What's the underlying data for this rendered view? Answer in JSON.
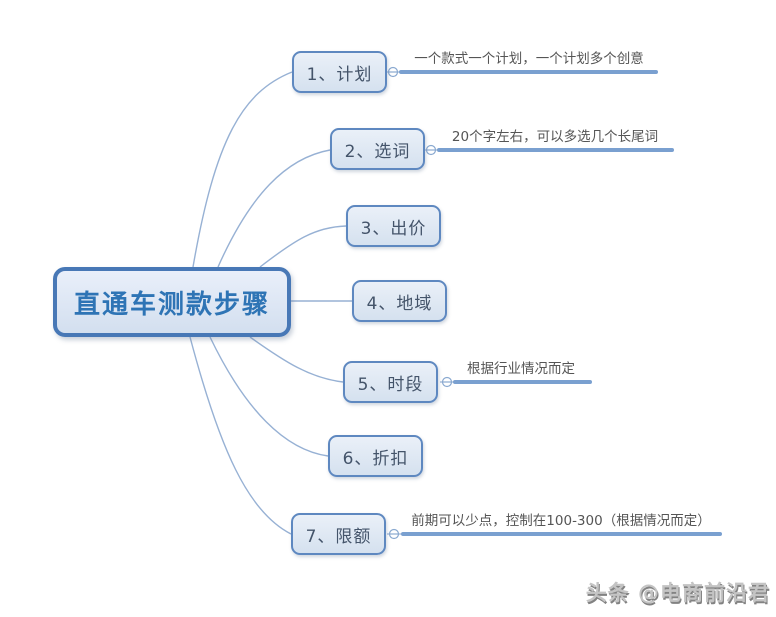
{
  "central": {
    "label": "直通车测款步骤"
  },
  "nodes": [
    {
      "label": "1、计划",
      "note": "一个款式一个计划，一个计划多个创意"
    },
    {
      "label": "2、选词",
      "note": "20个字左右，可以多选几个长尾词"
    },
    {
      "label": "3、出价",
      "note": ""
    },
    {
      "label": "4、地域",
      "note": ""
    },
    {
      "label": "5、时段",
      "note": "根据行业情况而定"
    },
    {
      "label": "6、折扣",
      "note": ""
    },
    {
      "label": "7、限额",
      "note": "前期可以少点，控制在100-300（根据情况而定）"
    }
  ],
  "watermark": "头条 @电商前沿君",
  "icons": {
    "collapse_handle": "minus-circle"
  },
  "colors": {
    "central_border": "#4878b6",
    "central_text": "#2e74b5",
    "node_border": "#5e88c0",
    "node_fill": "#dce6f2",
    "node_text": "#44546a",
    "curve": "#97b1d4",
    "note_underline": "#7aa0d0",
    "note_text": "#555555",
    "watermark_text": "#c4c4c4"
  }
}
